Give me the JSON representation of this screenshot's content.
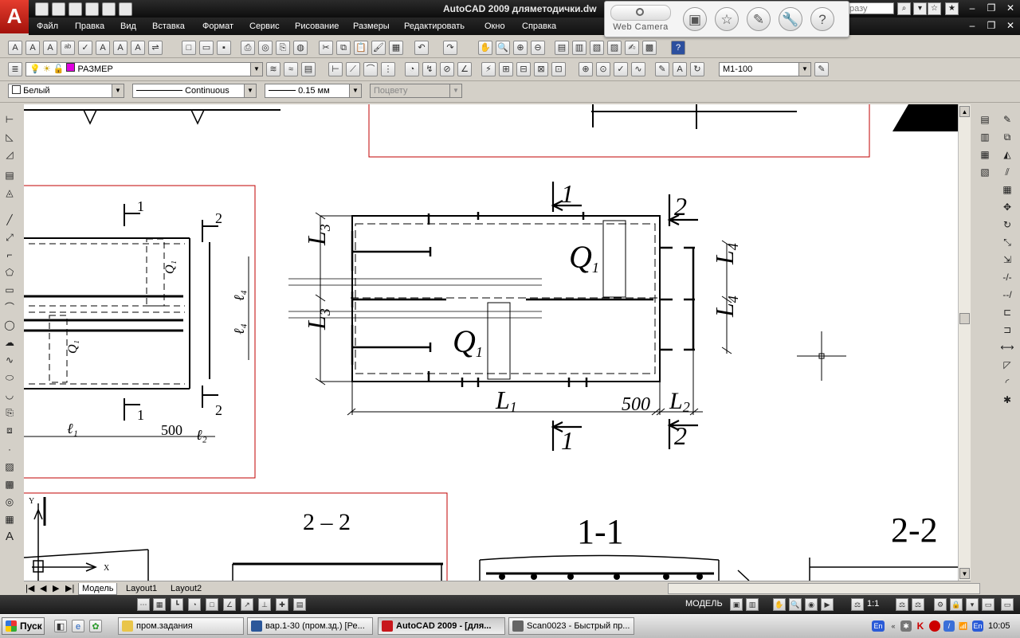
{
  "title_bar": {
    "app_logo": "A",
    "window_title": "AutoCAD 2009  дляметодички.dw",
    "search_placeholder": "разу"
  },
  "menu": {
    "items": [
      "Файл",
      "Правка",
      "Вид",
      "Вставка",
      "Формат",
      "Сервис",
      "Рисование",
      "Размеры",
      "Редактировать",
      "Окно",
      "Справка"
    ]
  },
  "webcam": {
    "label": "Web Camera"
  },
  "toolbars": {
    "layer": {
      "current": "РАЗМЕР"
    },
    "dimstyle": {
      "current": "М1-100"
    },
    "properties": {
      "color": "Белый",
      "linetype": "Continuous",
      "lineweight": "0.15 мм",
      "plotstyle": "Поцвету"
    }
  },
  "drawing": {
    "center_dims": {
      "L3": "L",
      "L3_sub": "3",
      "L4": "L",
      "L4_sub": "4",
      "L1": "L",
      "L1_sub": "1",
      "L2": "L",
      "L2_sub": "2",
      "d500": "500"
    },
    "loads": {
      "q": "Q",
      "q_sub": "1"
    },
    "sections": {
      "one": "1",
      "two": "2"
    },
    "left_sketch": {
      "l1": "ℓ₁",
      "d500": "500",
      "l2": "ℓ₂",
      "l4a": "ℓ₄",
      "l4b": "ℓ₄",
      "q": "Q₁",
      "s1": "1",
      "s2": "2"
    },
    "bottom": {
      "sec22_sketch": "2 – 2",
      "sec11": "1-1",
      "sec22": "2-2",
      "axis_y": "Y",
      "axis_x": "X"
    }
  },
  "layout_tabs": {
    "model": "Модель",
    "layout1": "Layout1",
    "layout2": "Layout2"
  },
  "status": {
    "model": "МОДЕЛЬ",
    "scale": "1:1"
  },
  "taskbar": {
    "start": "Пуск",
    "tasks": [
      {
        "label": "пром.задания"
      },
      {
        "label": "вар.1-30 (пром.зд.) [Ре..."
      },
      {
        "label": "AutoCAD 2009 - [для..."
      },
      {
        "label": "Scan0023 - Быстрый пр..."
      }
    ],
    "lang": "En",
    "lang2": "En",
    "clock": "10:05"
  }
}
